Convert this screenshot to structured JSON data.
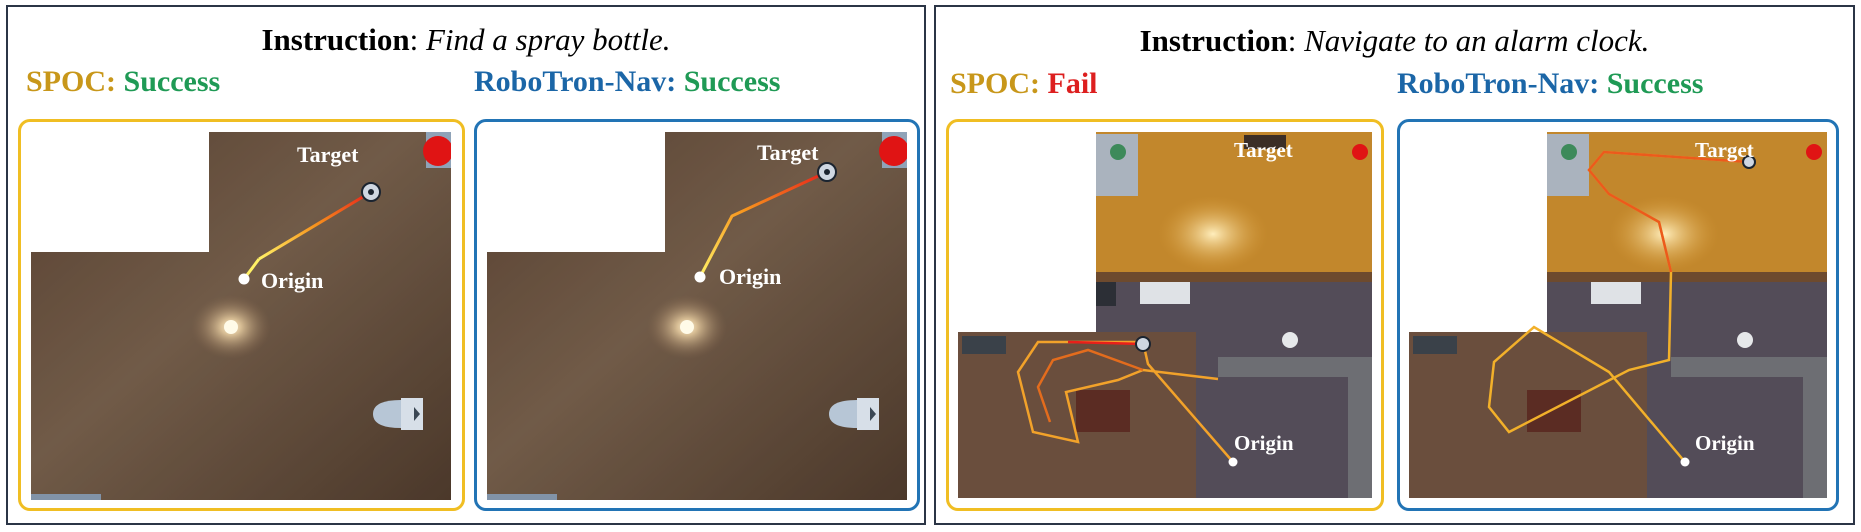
{
  "colors": {
    "spoc": "#c8971a",
    "robotron": "#1b66a7",
    "success": "#1f9a55",
    "fail": "#dd1f1f",
    "frame_spoc": "#f0be23",
    "frame_robotron": "#2274b5"
  },
  "panels": [
    {
      "instruction_label": "Instruction",
      "instruction_sep": ": ",
      "instruction_text": "Find a spray bottle.",
      "left": {
        "method": "SPOC",
        "sep": ": ",
        "result": "Success",
        "target_label": "Target",
        "origin_label": "Origin"
      },
      "right": {
        "method": "RoboTron-Nav",
        "sep": ": ",
        "result": "Success",
        "target_label": "Target",
        "origin_label": "Origin"
      }
    },
    {
      "instruction_label": "Instruction",
      "instruction_sep": ": ",
      "instruction_text": "Navigate to an alarm clock.",
      "left": {
        "method": "SPOC",
        "sep": ": ",
        "result": "Fail",
        "target_label": "Target",
        "origin_label": "Origin"
      },
      "right": {
        "method": "RoboTron-Nav",
        "sep": ": ",
        "result": "Success",
        "target_label": "Target",
        "origin_label": "Origin"
      }
    }
  ]
}
